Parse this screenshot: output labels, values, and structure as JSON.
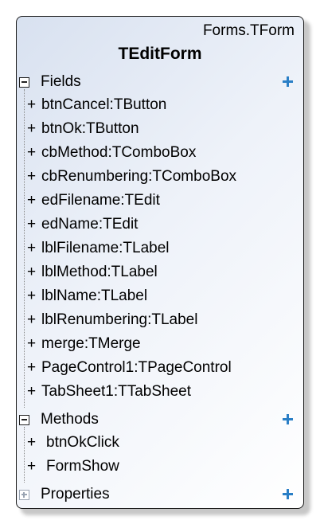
{
  "class": {
    "stereotype": "Forms.TForm",
    "name": "TEditForm"
  },
  "compartments": {
    "fields": {
      "label": "Fields",
      "expanded": true,
      "items": [
        {
          "visibility": "+",
          "text": "btnCancel:TButton"
        },
        {
          "visibility": "+",
          "text": "btnOk:TButton"
        },
        {
          "visibility": "+",
          "text": "cbMethod:TComboBox"
        },
        {
          "visibility": "+",
          "text": "cbRenumbering:TComboBox"
        },
        {
          "visibility": "+",
          "text": "edFilename:TEdit"
        },
        {
          "visibility": "+",
          "text": "edName:TEdit"
        },
        {
          "visibility": "+",
          "text": "lblFilename:TLabel"
        },
        {
          "visibility": "+",
          "text": "lblMethod:TLabel"
        },
        {
          "visibility": "+",
          "text": "lblName:TLabel"
        },
        {
          "visibility": "+",
          "text": "lblRenumbering:TLabel"
        },
        {
          "visibility": "+",
          "text": "merge:TMerge"
        },
        {
          "visibility": "+",
          "text": "PageControl1:TPageControl"
        },
        {
          "visibility": "+",
          "text": "TabSheet1:TTabSheet"
        }
      ]
    },
    "methods": {
      "label": "Methods",
      "expanded": true,
      "items": [
        {
          "visibility": "+",
          "text": "btnOkClick"
        },
        {
          "visibility": "+",
          "text": "FormShow"
        }
      ]
    },
    "properties": {
      "label": "Properties",
      "expanded": false,
      "items": []
    }
  },
  "icons": {
    "collapse": "minus-box-icon",
    "expand": "plus-box-icon",
    "add": "add-plus-icon"
  },
  "colors": {
    "border": "#1a1a1a",
    "gradient_start": "#d8e1f0",
    "gradient_end": "#ffffff",
    "add_icon": "#2a7fc6"
  }
}
